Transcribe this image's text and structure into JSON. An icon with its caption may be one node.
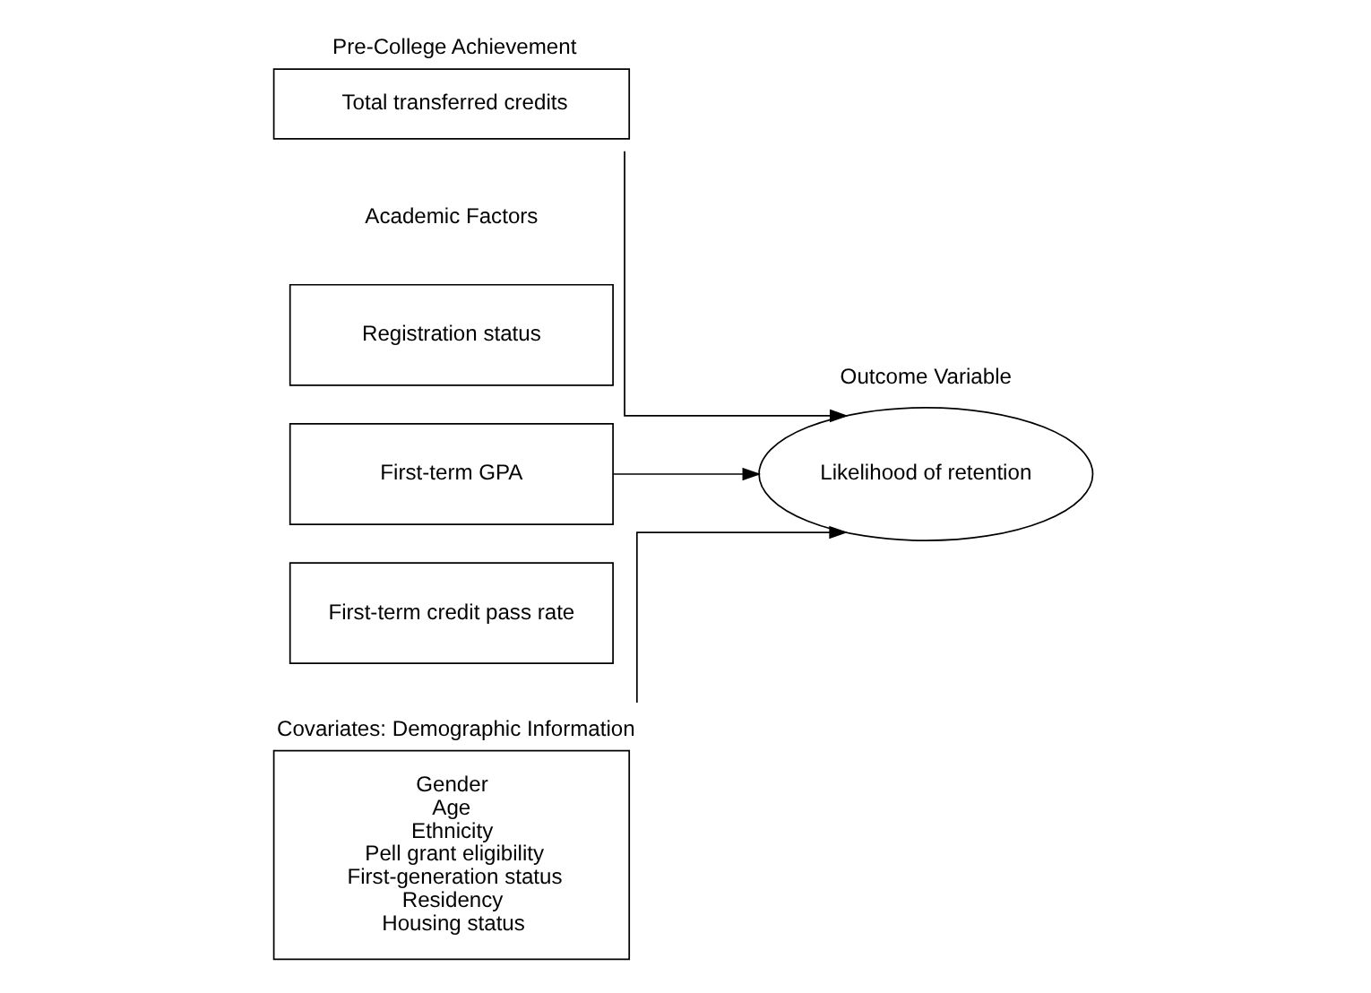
{
  "diagram": {
    "nodes": [
      {
        "text": [
          "Pre-College Achievement",
          "Total transferred credits"
        ]
      },
      {
        "text": [
          "Registration status"
        ]
      },
      {
        "text": [
          "First-term GPA"
        ]
      },
      {
        "text": [
          "First-term credit pass rate"
        ]
      },
      {
        "text": [
          "Outcome Variable",
          "Likelihood of retention"
        ]
      },
      {
        "text": [
          "Covariates: Demographic Information",
          "Gender",
          "Age",
          "Ethnicity",
          "Pell grant eligibility",
          "First-generation status",
          "Residency",
          "Housing status"
        ]
      }
    ],
    "edges": [
      {
        "from": 0,
        "to": 4,
        "arrow": "to"
      },
      {
        "from": 2,
        "to": 4,
        "arrow": "to"
      },
      {
        "from": 5,
        "to": 4,
        "arrow": "to"
      }
    ],
    "labels": [
      "Academic Factors"
    ]
  }
}
